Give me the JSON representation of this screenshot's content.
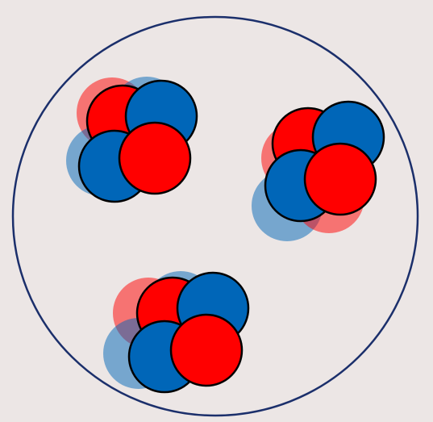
{
  "background": "#ece6e5",
  "boundary": {
    "stroke": "#1b2f6b"
  },
  "particle_colors": {
    "proton": "#ff0000",
    "neutron": "#0066b8",
    "outline": "#000000",
    "ghost_opacity": 0.5
  },
  "clusters": [
    {
      "name": "cluster-top-left",
      "protons": 2,
      "neutrons": 2
    },
    {
      "name": "cluster-right",
      "protons": 2,
      "neutrons": 2
    },
    {
      "name": "cluster-bottom",
      "protons": 2,
      "neutrons": 2
    }
  ]
}
